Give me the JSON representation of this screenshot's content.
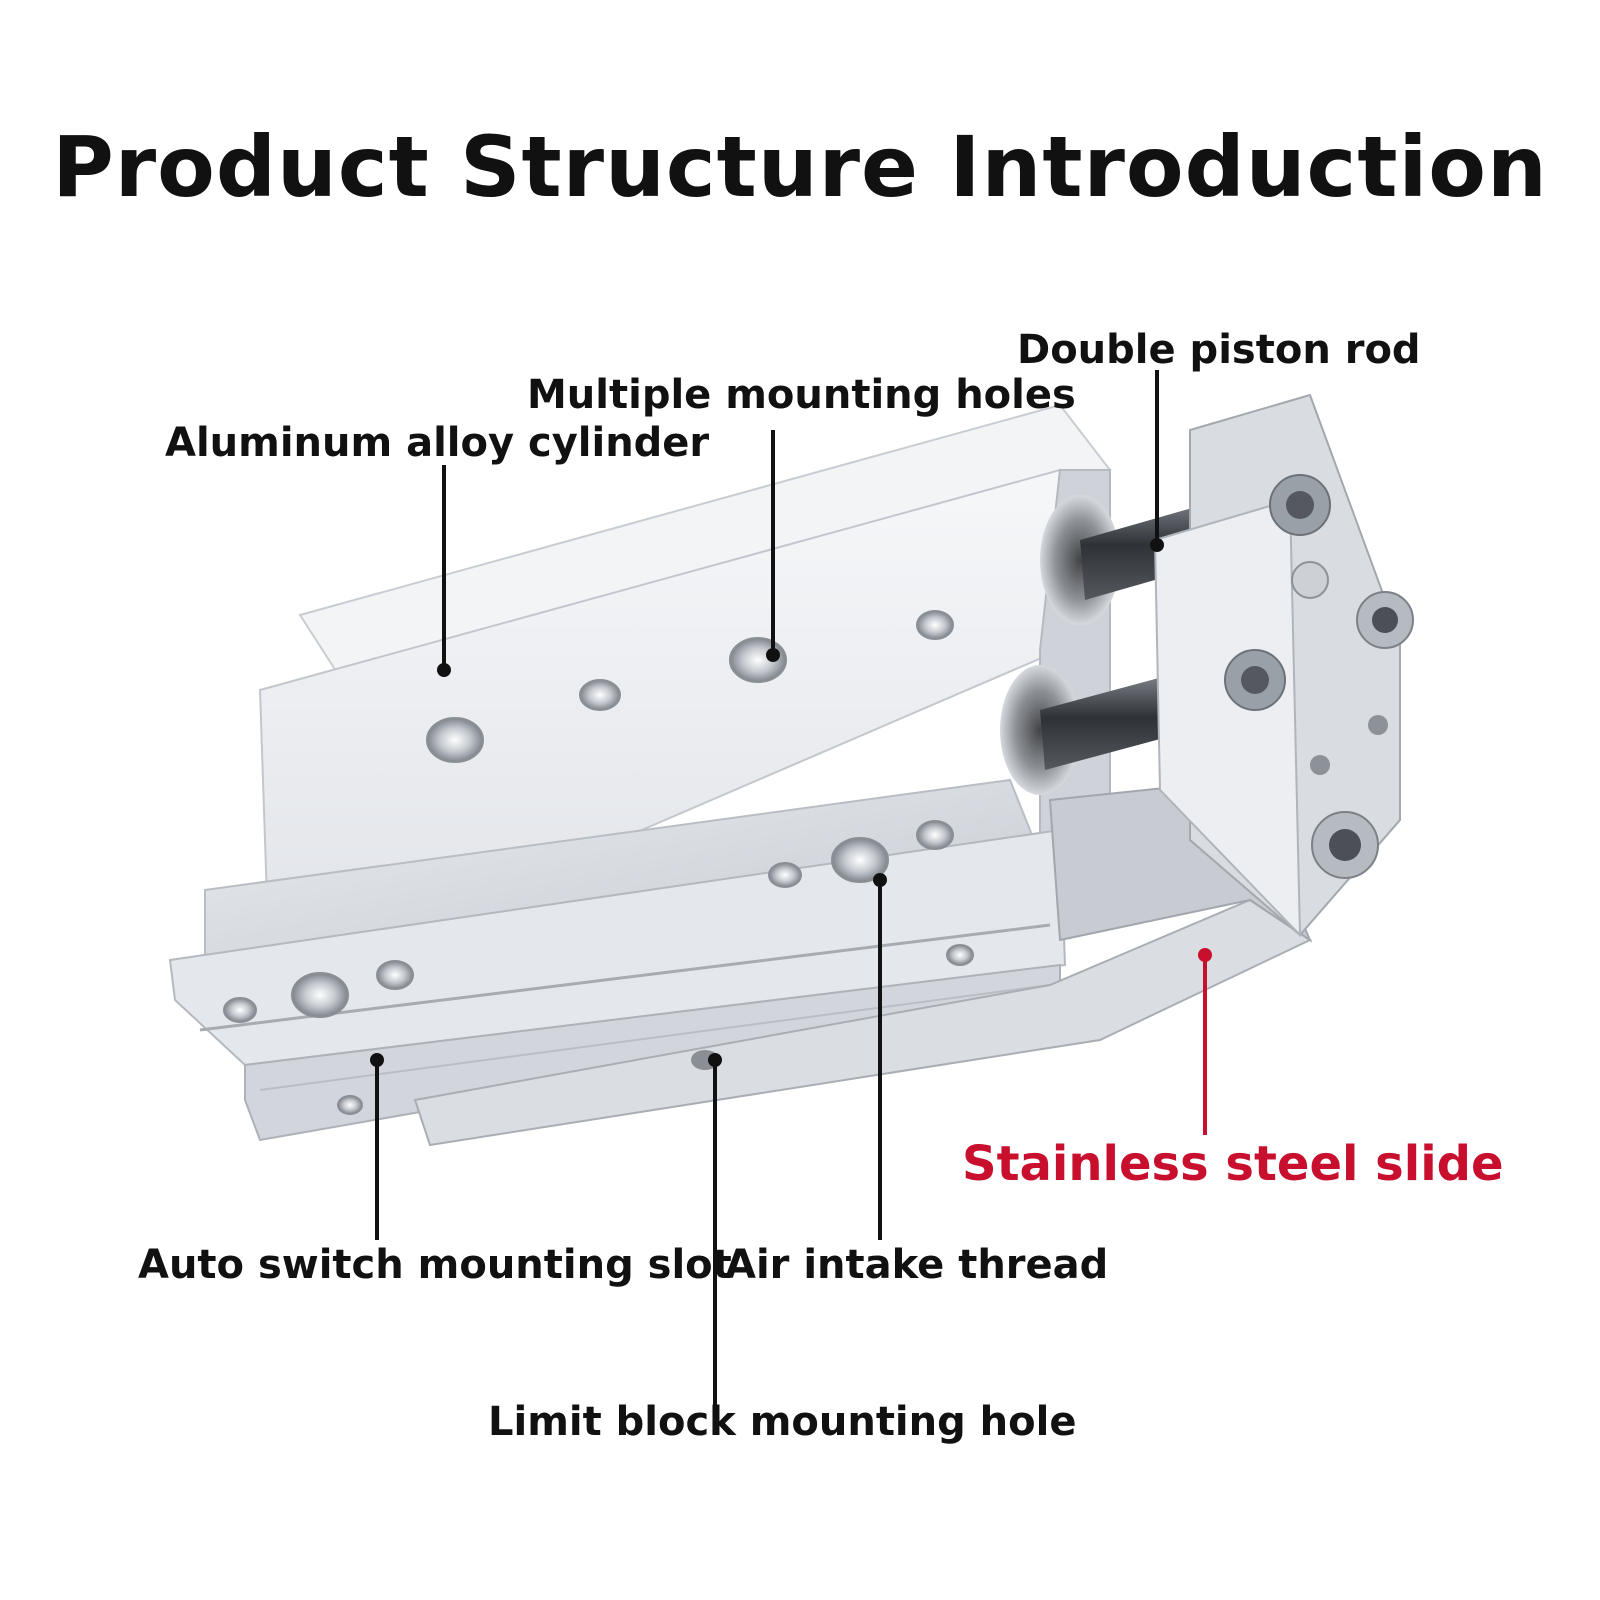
{
  "title": "Product Structure Introduction",
  "callouts": {
    "double_piston_rod": "Double piston rod",
    "multiple_mounting_holes": "Multiple mounting holes",
    "aluminum_alloy_cylinder": "Aluminum alloy cylinder",
    "stainless_steel_slide": "Stainless steel slide",
    "auto_switch_mounting_slot": "Auto switch mounting slot",
    "air_intake_thread": "Air intake thread",
    "limit_block_mounting_hole": "Limit block mounting hole"
  },
  "colors": {
    "text": "#111111",
    "accent_red": "#c8102e",
    "aluminum_light": "#eef0f3",
    "aluminum_mid": "#d3d7dd",
    "aluminum_dark": "#a9aeb6",
    "rod_dark": "#3a3d42"
  }
}
